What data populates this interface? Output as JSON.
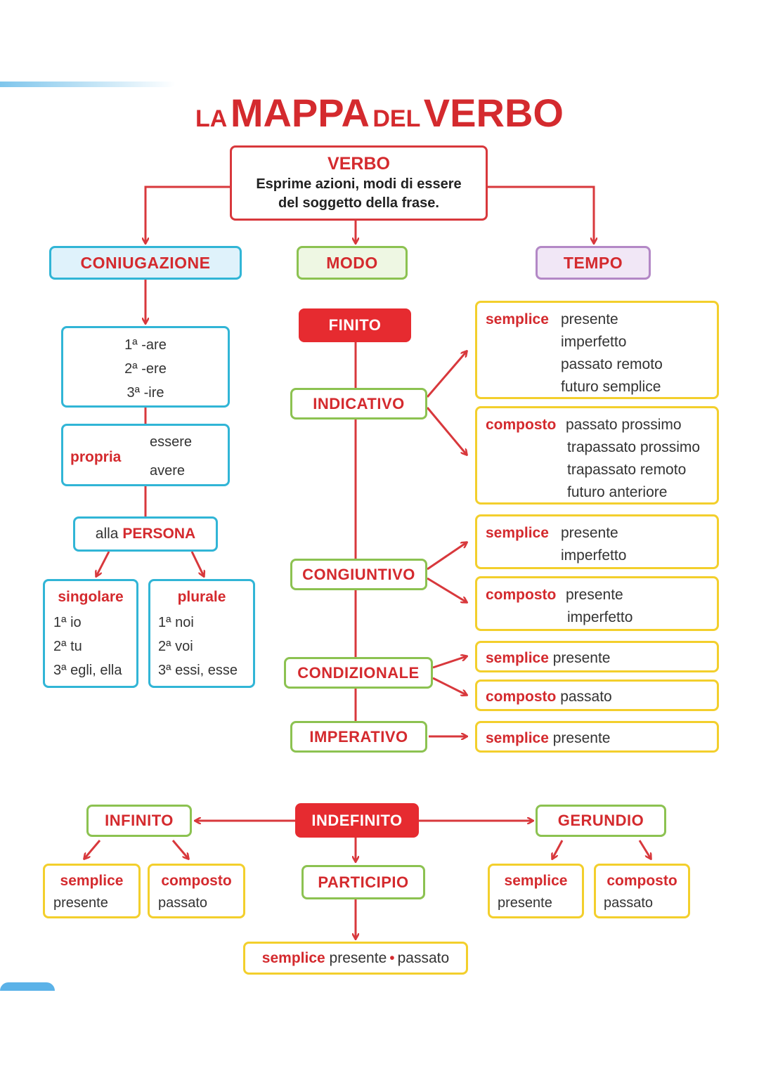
{
  "title": {
    "la": "LA",
    "mappa": "MAPPA",
    "del": "DEL",
    "verbo": "VERBO"
  },
  "verbo": {
    "label": "VERBO",
    "line1": "Esprime azioni, modi di essere",
    "line2": "del soggetto della frase."
  },
  "coniugazione": {
    "label": "CONIUGAZIONE",
    "endings": [
      "1ª -are",
      "2ª -ere",
      "3ª -ire"
    ],
    "propria": "propria",
    "essere": "essere",
    "avere": "avere",
    "persona_prefix": "alla",
    "persona": "PERSONA",
    "singolare": {
      "label": "singolare",
      "items": [
        "1ª io",
        "2ª tu",
        "3ª egli, ella"
      ]
    },
    "plurale": {
      "label": "plurale",
      "items": [
        "1ª noi",
        "2ª voi",
        "3ª essi, esse"
      ]
    }
  },
  "modo": {
    "label": "MODO",
    "finito": "FINITO",
    "indicativo": "INDICATIVO",
    "congiuntivo": "CONGIUNTIVO",
    "condizionale": "CONDIZIONALE",
    "imperativo": "IMPERATIVO",
    "indefinito": "INDEFINITO",
    "infinito": "INFINITO",
    "gerundio": "GERUNDIO",
    "participio": "PARTICIPIO"
  },
  "tempo": {
    "label": "TEMPO"
  },
  "terms": {
    "semplice": "semplice",
    "composto": "composto"
  },
  "tenses": {
    "ind_semplice": [
      "presente",
      "imperfetto",
      "passato remoto",
      "futuro semplice"
    ],
    "ind_composto": [
      "passato prossimo",
      "trapassato prossimo",
      "trapassato remoto",
      "futuro anteriore"
    ],
    "cong_semplice": [
      "presente",
      "imperfetto"
    ],
    "cong_composto": [
      "presente",
      "imperfetto"
    ],
    "cond_semplice": "presente",
    "cond_composto": "passato",
    "imp_semplice": "presente",
    "inf_semplice": "presente",
    "inf_composto": "passato",
    "ger_semplice": "presente",
    "ger_composto": "passato",
    "part_presente": "presente",
    "part_sep": "•",
    "part_passato": "passato"
  }
}
